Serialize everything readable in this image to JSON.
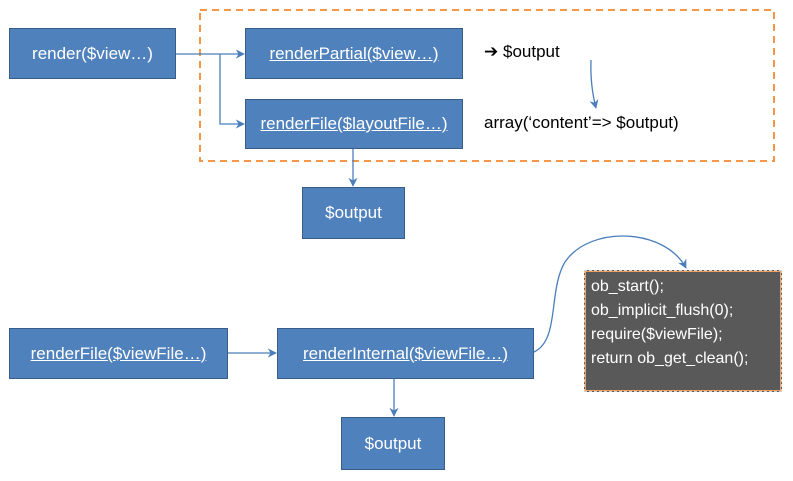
{
  "boxes": {
    "render": "render($view…)",
    "render_partial": "renderPartial($view…)",
    "render_file_layout": "renderFile($layoutFile…)",
    "output_top": "$output",
    "render_file_view": "renderFile($viewFile…)",
    "render_internal": "renderInternal($viewFile…)",
    "output_bottom": "$output"
  },
  "labels": {
    "arrow_glyph": "➔",
    "output_label": "$output",
    "array_label": "array(‘content’=> $output)"
  },
  "code_lines": [
    "ob_start();",
    "ob_implicit_flush(0);",
    "require($viewFile);",
    "return ob_get_clean();"
  ],
  "colors": {
    "box_fill": "#4f81bd",
    "box_border": "#385d8a",
    "dashed_frame": "#f79646",
    "arrow": "#4a7ebb",
    "code_bg": "#595959"
  }
}
